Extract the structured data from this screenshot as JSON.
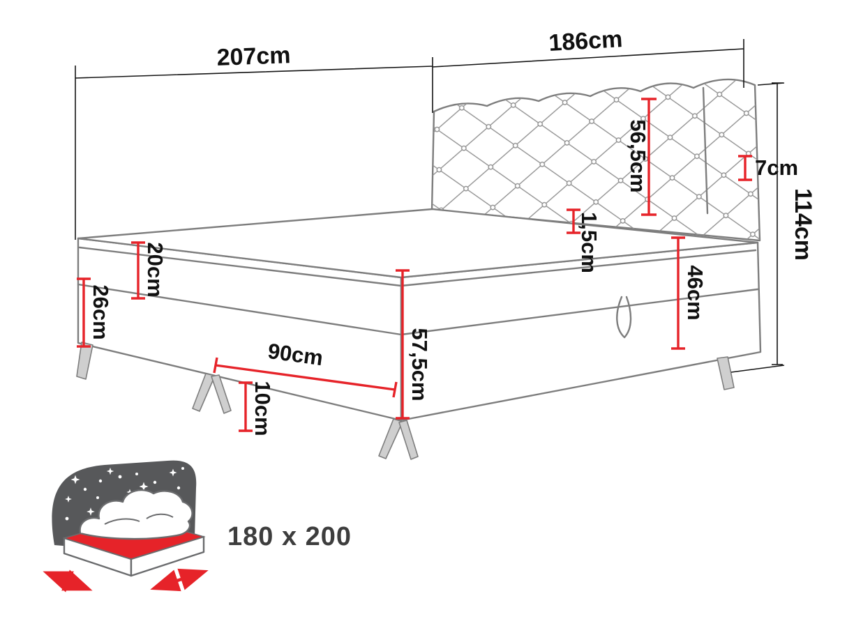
{
  "diagram": {
    "type": "bed-dimensions-drawing",
    "dims": {
      "total_width": "207cm",
      "headboard_width": "186cm",
      "headboard_height": "56,5cm",
      "headboard_thickness": "7cm",
      "total_height": "114cm",
      "mattress_height": "20cm",
      "lower_box_height": "26cm",
      "topper_gap": "1,5cm",
      "side_height": "46cm",
      "storage_width": "90cm",
      "base_corner_height": "57,5cm",
      "leg_height": "10cm"
    },
    "badge": {
      "size": "180 x 200"
    },
    "colors": {
      "dimension_red": "#e62329",
      "outline_grey": "#7d7d7d",
      "text_black": "#101010",
      "icon_dark": "#57585a"
    }
  }
}
